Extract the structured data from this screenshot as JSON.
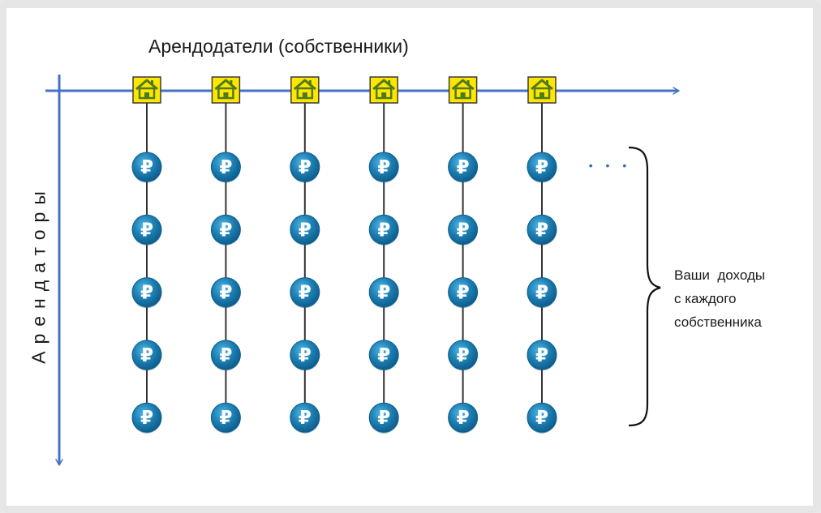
{
  "labels": {
    "landlords": "Арендодатели (собственники)",
    "tenants": "Арендаторы",
    "income_line1": "Ваши  доходы",
    "income_line2": "с каждого",
    "income_line3": "собственника",
    "ellipsis": "• • •"
  },
  "grid": {
    "columns": 6,
    "rows": 5,
    "coin_symbol": "₽",
    "house_icon": "house-icon",
    "coin_icon": "ruble-coin-icon"
  },
  "colors": {
    "axis": "#4472c4",
    "coin_fill": "#1d7fb3",
    "coin_dark": "#0f5d8a",
    "house_box": "#ffe600",
    "house_border": "#3a3a3a",
    "house": "#4f7a1c",
    "line": "#333333"
  }
}
